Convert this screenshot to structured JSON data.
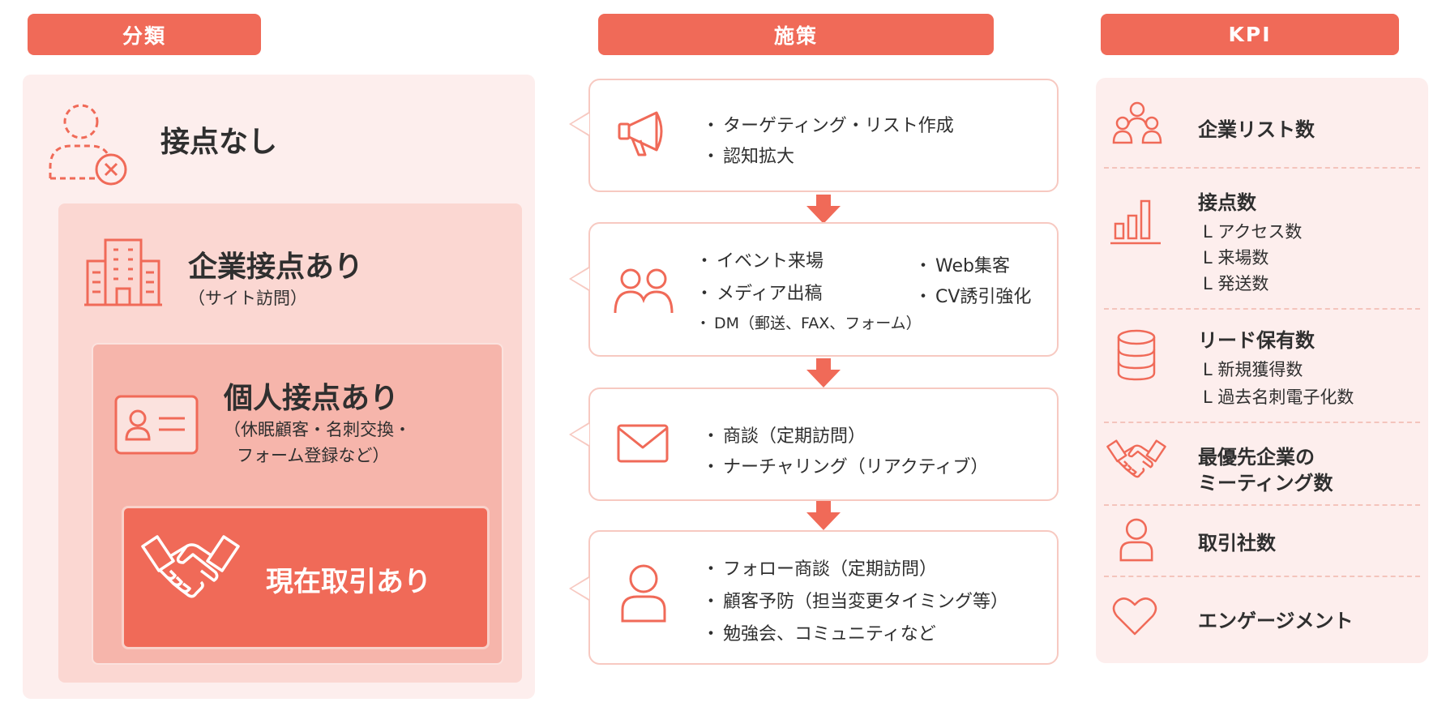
{
  "headers": {
    "category": "分類",
    "measures": "施策",
    "kpi": "KPI"
  },
  "categories": {
    "none": {
      "title": "接点なし"
    },
    "company": {
      "title": "企業接点あり",
      "note": "（サイト訪問）"
    },
    "personal": {
      "title": "個人接点あり",
      "note_line1": "（休眠顧客・名刺交換・",
      "note_line2": "フォーム登録など）"
    },
    "current": {
      "title": "現在取引あり"
    }
  },
  "measures": [
    {
      "icon": "megaphone-icon",
      "items": [
        "ターゲティング・リスト作成",
        "認知拡大"
      ]
    },
    {
      "icon": "people-icon",
      "items_left": [
        "イベント来場",
        "メディア出稿",
        "DM（郵送、FAX、フォーム）"
      ],
      "items_right": [
        "Web集客",
        "CV誘引強化"
      ]
    },
    {
      "icon": "mail-icon",
      "items": [
        "商談（定期訪問）",
        "ナーチャリング（リアクティブ）"
      ]
    },
    {
      "icon": "person-icon",
      "items": [
        "フォロー商談（定期訪問）",
        "顧客予防（担当変更タイミング等）",
        "勉強会、コミュニティなど"
      ]
    }
  ],
  "kpis": [
    {
      "icon": "group-icon",
      "title": "企業リスト数",
      "subs": []
    },
    {
      "icon": "bar-chart-icon",
      "title": "接点数",
      "subs": [
        "L アクセス数",
        "L 来場数",
        "L 発送数"
      ]
    },
    {
      "icon": "database-icon",
      "title": "リード保有数",
      "subs": [
        "L 新規獲得数",
        "L 過去名刺電子化数"
      ]
    },
    {
      "icon": "handshake-icon",
      "title_line1": "最優先企業の",
      "title_line2": "ミーティング数",
      "subs": []
    },
    {
      "icon": "person-icon",
      "title": "取引社数",
      "subs": []
    },
    {
      "icon": "heart-icon",
      "title": "エンゲージメント",
      "subs": []
    }
  ],
  "colors": {
    "accent": "#f06a58",
    "panel_light": "#fdeeed",
    "panel_mid": "#fbd7d2",
    "panel_dark": "#f6b5ab",
    "border": "#f7c9c1"
  }
}
